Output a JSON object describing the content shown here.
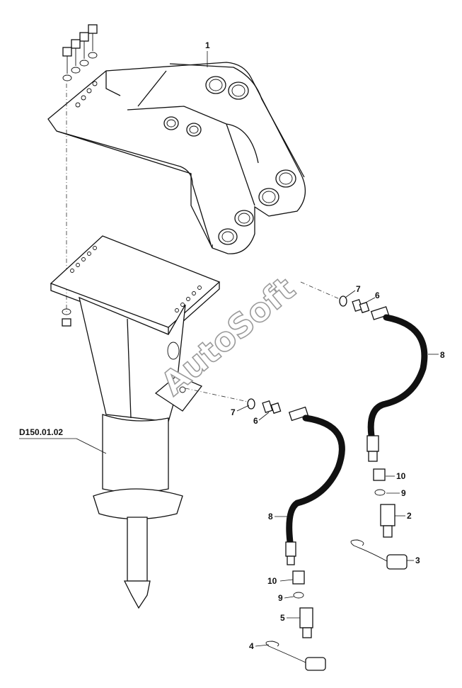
{
  "diagram": {
    "part_code": "D150.01.02",
    "watermark": "AutoSoft",
    "callouts": {
      "c1": "1",
      "c2": "2",
      "c3": "3",
      "c4": "4",
      "c5": "5",
      "c6a": "6",
      "c6b": "6",
      "c7a": "7",
      "c7b": "7",
      "c8a": "8",
      "c8b": "8",
      "c9a": "9",
      "c9b": "9",
      "c10a": "10",
      "c10b": "10"
    }
  }
}
